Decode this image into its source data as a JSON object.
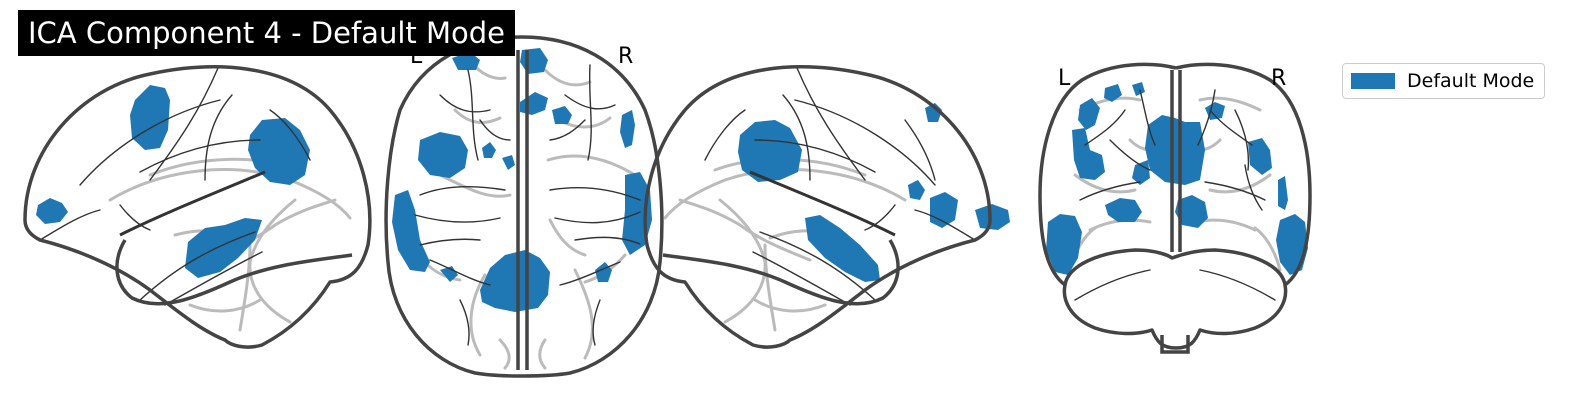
{
  "title": "ICA Component 4 - Default Mode",
  "colors": {
    "component": "#1f77b4",
    "outline": "#444444",
    "sulci_dark": "#333333",
    "sulci_light": "#bbbbbb",
    "title_background": "#000000",
    "title_text": "#ffffff"
  },
  "views": [
    {
      "name": "left-sagittal",
      "labels": []
    },
    {
      "name": "axial",
      "labels": [
        "L",
        "R"
      ]
    },
    {
      "name": "right-sagittal",
      "labels": []
    },
    {
      "name": "coronal",
      "labels": [
        "L",
        "R"
      ]
    }
  ],
  "legend": {
    "entries": [
      {
        "label": "Default Mode",
        "color": "#1f77b4"
      }
    ]
  }
}
